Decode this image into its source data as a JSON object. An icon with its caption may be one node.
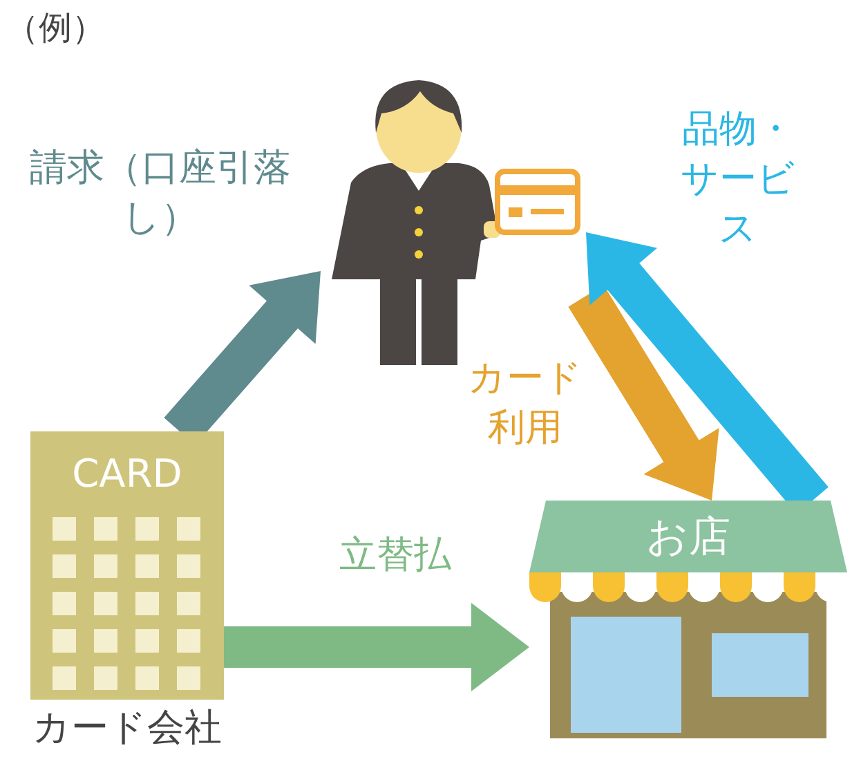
{
  "diagram": {
    "nodes": [
      {
        "text": [],
        "shape": "person"
      },
      {
        "text": [
          "CARD"
        ],
        "beside": [
          "カード会社"
        ]
      },
      {
        "text": [
          "お店"
        ]
      }
    ],
    "edges": [
      {
        "from": 1,
        "to": 0,
        "arrow": "to",
        "label": "請求（口座引落し）",
        "color": "#5f8a8e"
      },
      {
        "from": 0,
        "to": 2,
        "arrow": "to",
        "label": "カード利用",
        "color": "#e4a22e"
      },
      {
        "from": 2,
        "to": 0,
        "arrow": "to",
        "label": "品物・サービス",
        "color": "#2bb7e5"
      },
      {
        "from": 1,
        "to": 2,
        "arrow": "to",
        "label": "立替払",
        "color": "#7fba85"
      }
    ],
    "labels": [
      "（例）"
    ]
  }
}
